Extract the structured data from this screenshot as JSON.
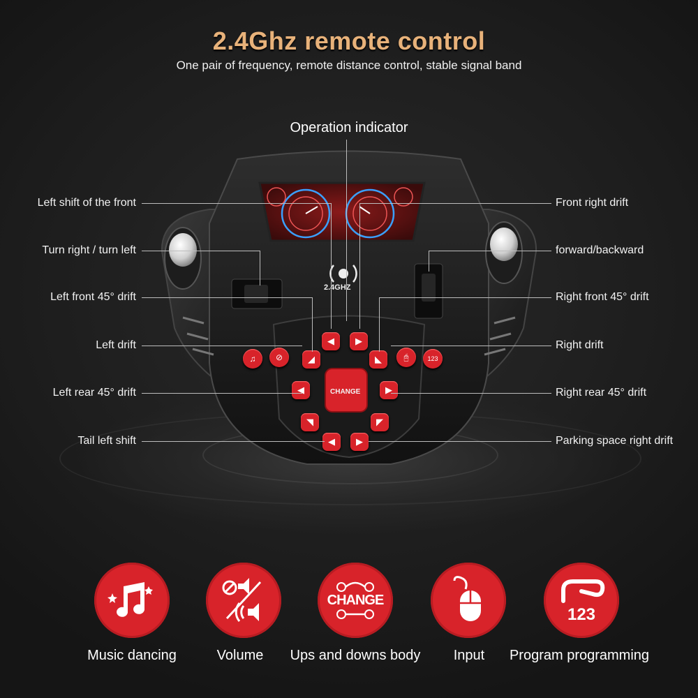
{
  "header": {
    "title": "2.4Ghz remote control",
    "subtitle": "One pair of frequency, remote distance control, stable signal band"
  },
  "callouts": {
    "top": "Operation indicator",
    "left": [
      "Left shift of the front",
      "Turn right / turn left",
      "Left front 45° drift",
      "Left drift",
      "Left rear 45° drift",
      "Tail left shift"
    ],
    "right": [
      "Front right drift",
      "forward/backward",
      "Right front 45° drift",
      "Right drift",
      "Right rear 45° drift",
      "Parking space right drift"
    ]
  },
  "remote": {
    "signal_text": "2.4GHZ",
    "change_text": "CHANGE",
    "program_text": "123"
  },
  "features": [
    {
      "label": "Music dancing",
      "icon": "music-note-icon"
    },
    {
      "label": "Volume",
      "icon": "volume-mute-icon"
    },
    {
      "label": "Ups and downs body",
      "icon": "change-icon",
      "text": "CHANGE"
    },
    {
      "label": "Input",
      "icon": "mouse-icon"
    },
    {
      "label": "Program programming",
      "icon": "program-loop-icon",
      "text": "123"
    }
  ],
  "colors": {
    "accent": "#d8232a",
    "title": "#e8b27a",
    "background": "#1b1b1b"
  }
}
